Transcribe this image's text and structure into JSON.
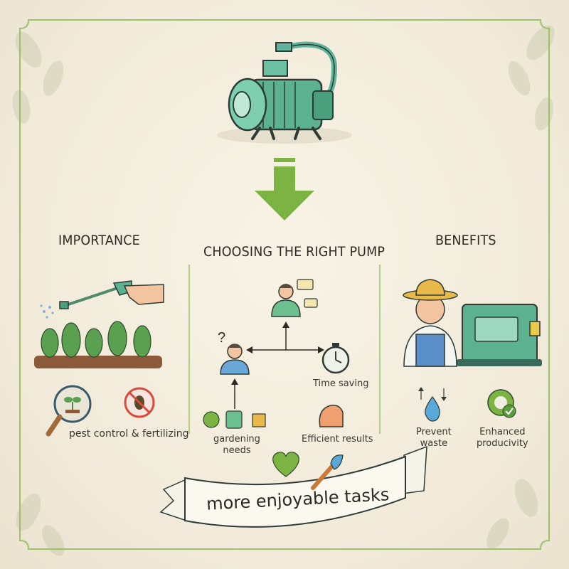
{
  "headings": {
    "importance": "IMPORTANCE",
    "choosing": "CHOOSING THE RIGHT PUMP",
    "benefits": "BENEFITS"
  },
  "importance": {
    "caption": "pest control & fertilizing"
  },
  "choosing": {
    "question_mark": "?",
    "time_saving": "Time saving",
    "gardening_needs": "gardening\nneeds",
    "efficient_results": "Efficient results"
  },
  "benefits": {
    "prevent_waste": "Prevent\nwaste",
    "enhanced_productivity": "Enhanced\nproducivity"
  },
  "banner": {
    "text": "more enjoyable tasks"
  },
  "colors": {
    "accent_green": "#7cb342",
    "pump_teal": "#5fb39a",
    "frame": "#9bc26a"
  }
}
